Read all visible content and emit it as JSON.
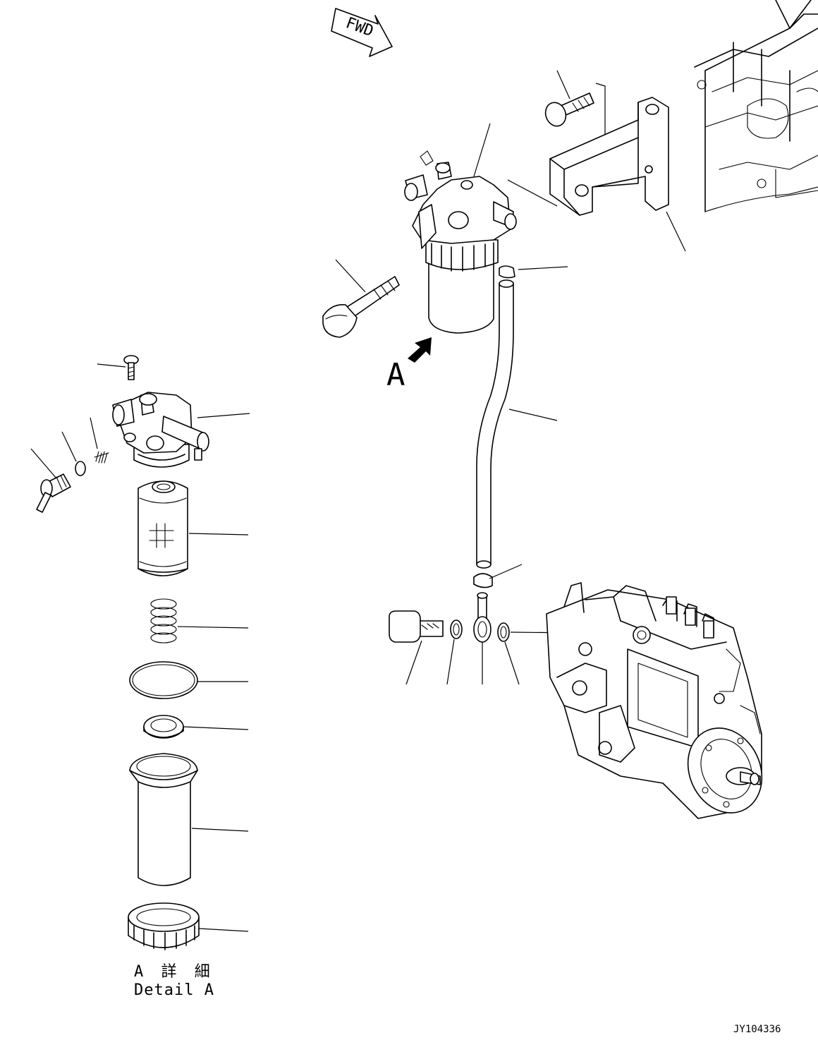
{
  "labels": {
    "fwd": "FWD",
    "view_letter": "A",
    "detail_jp": "A 詳 細",
    "detail_en": "Detail A",
    "drawing_code": "JY104336"
  },
  "icons": {
    "direction_marker": "fwd-arrow-icon",
    "view_arrow": "view-arrow-icon"
  },
  "colors": {
    "line": "#000000",
    "background": "#ffffff"
  }
}
